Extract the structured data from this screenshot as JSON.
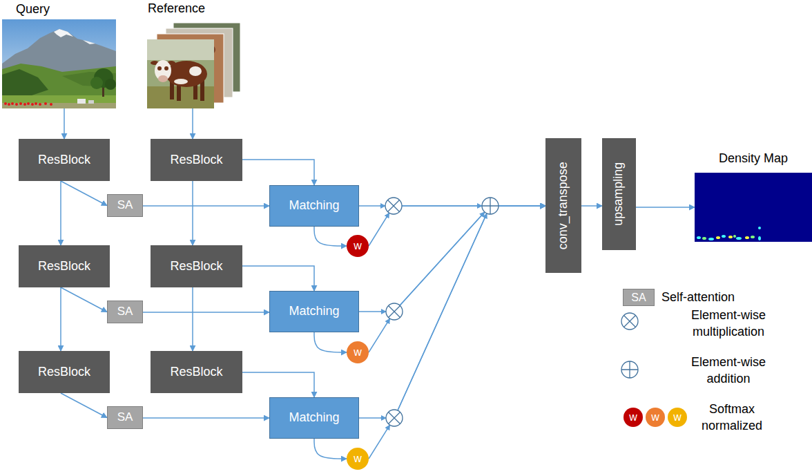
{
  "diagram": {
    "nodes": [
      {
        "text": [
          "Query"
        ]
      },
      {
        "text": [
          "Reference"
        ]
      },
      {
        "text": [
          "ResBlock"
        ]
      },
      {
        "text": [
          "ResBlock"
        ]
      },
      {
        "text": [
          "SA"
        ]
      },
      {
        "text": [
          "Matching"
        ]
      },
      {
        "text": [
          "w"
        ]
      },
      {
        "text": [
          "ResBlock"
        ]
      },
      {
        "text": [
          "ResBlock"
        ]
      },
      {
        "text": [
          "SA"
        ]
      },
      {
        "text": [
          "Matching"
        ]
      },
      {
        "text": [
          "w"
        ]
      },
      {
        "text": [
          "ResBlock"
        ]
      },
      {
        "text": [
          "ResBlock"
        ]
      },
      {
        "text": [
          "SA"
        ]
      },
      {
        "text": [
          "Matching"
        ]
      },
      {
        "text": [
          "w"
        ]
      },
      {
        "text": [
          "conv_transpose"
        ]
      },
      {
        "text": [
          "upsampling"
        ]
      },
      {
        "text": [
          "Density Map"
        ]
      }
    ],
    "edges": [
      {
        "from": 0,
        "to": 2,
        "arrow": "to"
      },
      {
        "from": 1,
        "to": 3,
        "arrow": "to"
      },
      {
        "from": 2,
        "to": 7,
        "arrow": "to"
      },
      {
        "from": 7,
        "to": 12,
        "arrow": "to"
      },
      {
        "from": 3,
        "to": 8,
        "arrow": "to"
      },
      {
        "from": 8,
        "to": 13,
        "arrow": "to"
      },
      {
        "from": 2,
        "to": 4,
        "arrow": "to"
      },
      {
        "from": 7,
        "to": 9,
        "arrow": "to"
      },
      {
        "from": 12,
        "to": 14,
        "arrow": "to"
      },
      {
        "from": 4,
        "to": 5,
        "arrow": "to"
      },
      {
        "from": 9,
        "to": 10,
        "arrow": "to"
      },
      {
        "from": 14,
        "to": 15,
        "arrow": "to"
      },
      {
        "from": 3,
        "to": 5,
        "arrow": "to"
      },
      {
        "from": 8,
        "to": 10,
        "arrow": "to"
      },
      {
        "from": 13,
        "to": 15,
        "arrow": "to"
      },
      {
        "from": 5,
        "to": 6,
        "arrow": "to"
      },
      {
        "from": 10,
        "to": 11,
        "arrow": "to"
      },
      {
        "from": 15,
        "to": 16,
        "arrow": "to"
      },
      {
        "from": 5,
        "to": 17,
        "arrow": "to"
      },
      {
        "from": 10,
        "to": 17,
        "arrow": "to"
      },
      {
        "from": 15,
        "to": 17,
        "arrow": "to"
      },
      {
        "from": 6,
        "to": 17,
        "arrow": "to"
      },
      {
        "from": 11,
        "to": 17,
        "arrow": "to"
      },
      {
        "from": 16,
        "to": 17,
        "arrow": "to"
      },
      {
        "from": 17,
        "to": 18,
        "arrow": "to"
      },
      {
        "from": 18,
        "to": 19,
        "arrow": "to"
      }
    ],
    "labels": [
      "SA",
      "w",
      "w",
      "w"
    ],
    "legend": [
      {
        "text": "Self-attention"
      },
      {
        "text": "Element-wise multiplication"
      },
      {
        "text": "Element-wise addition"
      },
      {
        "text": "Softmax normalized"
      }
    ]
  }
}
